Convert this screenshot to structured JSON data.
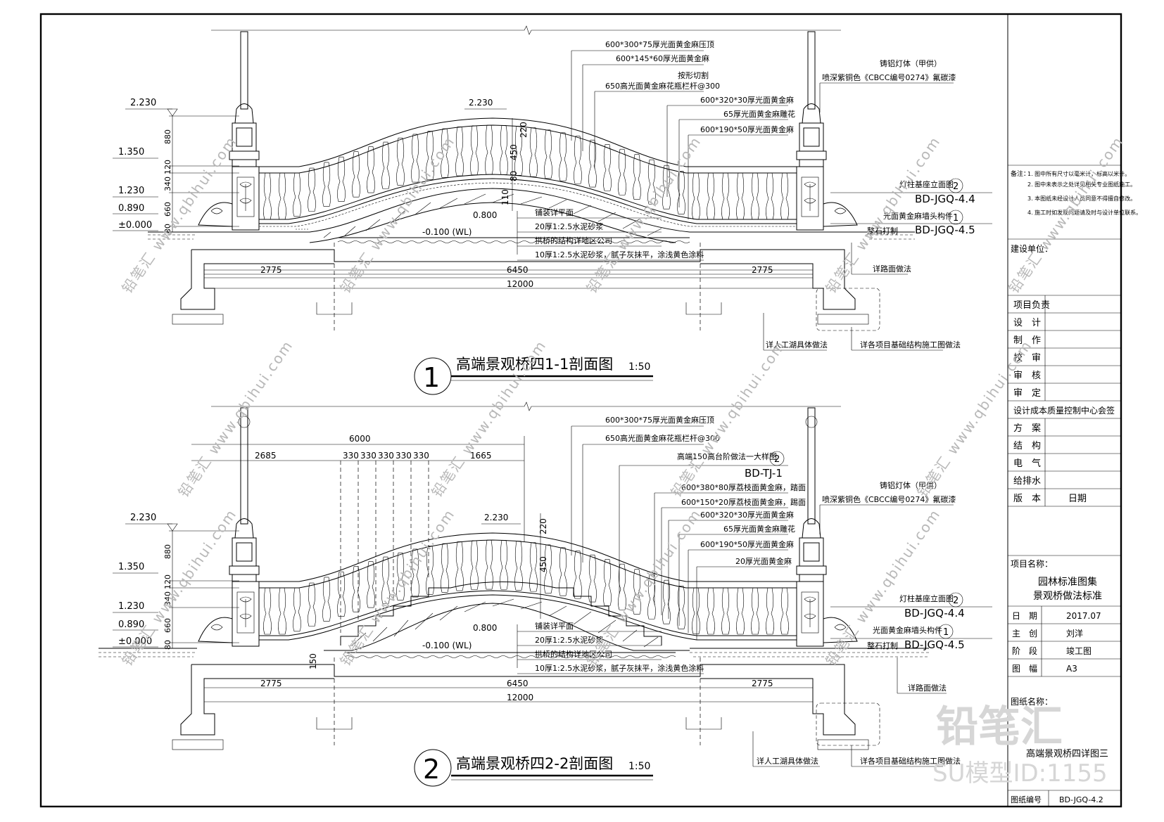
{
  "sections": [
    {
      "number": "1",
      "title": "高端景观桥四1-1剖面图",
      "scale": "1:50",
      "elev_labels": [
        "2.230",
        "1.350",
        "1.230",
        "0.890",
        "±0.000"
      ],
      "top_elev": "2.230",
      "vert_dims": [
        "880",
        "120",
        "340",
        "660",
        "80"
      ],
      "mid_dims": [
        "0.800",
        "-0.100 (WL)",
        "110",
        "450",
        "220",
        "80"
      ],
      "horiz_dims": [
        "2775",
        "6450",
        "2775",
        "12000"
      ],
      "top_stack": [],
      "left_callouts": [
        "600*300*75厚光面黄金麻压顶",
        "600*145*60厚光面黄金麻",
        "按形切割",
        "650高光面黄金麻花瓶栏杆@300",
        "600*320*30厚光面黄金麻",
        "65厚光面黄金麻雕花",
        "600*190*50厚光面黄金麻"
      ],
      "lamp_note": [
        "铸铝灯体（甲供）",
        "喷深紫铜色《CBCC编号0274》氟碳漆"
      ],
      "ref1_label": "灯柱基座立面图",
      "ref1_num": "2",
      "ref1_code": "BD-JGQ-4.4",
      "ref2_label": "光面黄金麻墙头构件",
      "ref2_num": "1",
      "ref2_code": "BD-JGQ-4.5",
      "stone_note": "整石打制",
      "mid_notes": [
        "铺装详平面",
        "20厚1:2.5水泥砂浆",
        "拱桥的结构详地区公司",
        "10厚1:2.5水泥砂浆，腻子灰抹平，涂浅黄色涂料"
      ],
      "side_note": "详路面做法",
      "bottom_notes": [
        "详人工湖具体做法",
        "详各项目基础结构施工图做法"
      ]
    },
    {
      "number": "2",
      "title": "高端景观桥四2-2剖面图",
      "scale": "1:50",
      "elev_labels": [
        "2.230",
        "1.350",
        "1.230",
        "0.890",
        "±0.000"
      ],
      "top_elev": "2.230",
      "vert_dims": [
        "880",
        "120",
        "340",
        "660",
        "80"
      ],
      "mid_dims": [
        "0.800",
        "-0.100 (WL)",
        "220",
        "450",
        "150"
      ],
      "horiz_dims": [
        "2775",
        "6450",
        "2775",
        "12000"
      ],
      "top_stack": [
        "6000",
        "2685",
        "330",
        "330",
        "330",
        "330",
        "330",
        "1665"
      ],
      "left_callouts": [
        "600*300*75厚光面黄金麻压顶",
        "650高光面黄金麻花瓶栏杆@300",
        "高端150高台阶做法一大样图",
        "600*380*80厚荔枝面黄金麻，踏面",
        "600*150*20厚荔枝面黄金麻，踢面",
        "600*320*30厚光面黄金麻",
        "65厚光面黄金麻雕花",
        "600*190*50厚光面黄金麻",
        "20厚光面黄金麻"
      ],
      "step_ref_num": "2",
      "step_ref_code": "BD-TJ-1",
      "lamp_note": [
        "铸铝灯体（甲供）",
        "喷深紫铜色《CBCC编号0274》氟碳漆"
      ],
      "ref1_label": "灯柱基座立面图",
      "ref1_num": "2",
      "ref1_code": "BD-JGQ-4.4",
      "ref2_label": "光面黄金麻墙头构件",
      "ref2_num": "1",
      "ref2_code": "BD-JGQ-4.5",
      "stone_note": "整石打制",
      "mid_notes": [
        "铺装详平面",
        "20厚1:2.5水泥砂浆",
        "拱桥的结构详地区公司",
        "10厚1:2.5水泥砂浆，腻子灰抹平，涂浅黄色涂料"
      ],
      "side_note": "详路面做法",
      "bottom_notes": [
        "详人工湖具体做法",
        "详各项目基础结构施工图做法"
      ]
    }
  ],
  "title_block": {
    "notes_label": "备注：",
    "notes": [
      "1. 图中所有尺寸以毫米计，标高以米计。",
      "2. 图中未表示之处详见相关专业图纸施工。",
      "3. 本图纸未经设计人员同意不得擅自修改。",
      "4. 施工时如发现问题请及时与设计单位联系。"
    ],
    "client_label": "建设单位：",
    "rows": [
      {
        "label": "项目负责",
        "value": ""
      },
      {
        "label": "设　计",
        "value": ""
      },
      {
        "label": "制　作",
        "value": ""
      },
      {
        "label": "校　审",
        "value": ""
      },
      {
        "label": "审　核",
        "value": ""
      },
      {
        "label": "审　定",
        "value": ""
      }
    ],
    "cost_center": "设计成本质量控制中心会签",
    "sign_rows": [
      {
        "label": "方　案",
        "value": ""
      },
      {
        "label": "结　构",
        "value": ""
      },
      {
        "label": "电　气",
        "value": ""
      },
      {
        "label": "给排水",
        "value": ""
      },
      {
        "label": "版　本",
        "value": "日期"
      }
    ],
    "project_label": "项目名称：",
    "project_name": [
      "园林标准图集",
      "景观桥做法标准"
    ],
    "info_rows": [
      {
        "label": "日　期",
        "value": "2017.07"
      },
      {
        "label": "主　创",
        "value": "刘洋"
      },
      {
        "label": "阶　段",
        "value": "竣工图"
      },
      {
        "label": "图　幅",
        "value": "A3"
      }
    ],
    "drawing_name_label": "图纸名称：",
    "drawing_name": "高端景观桥四详图三",
    "drawing_no_label": "图纸编号",
    "drawing_no": "BD-JGQ-4.2"
  },
  "watermark": {
    "text": "铅笔汇 www.qbihui.com",
    "brand": "铅笔汇",
    "model_id": "SU模型ID:1155"
  }
}
